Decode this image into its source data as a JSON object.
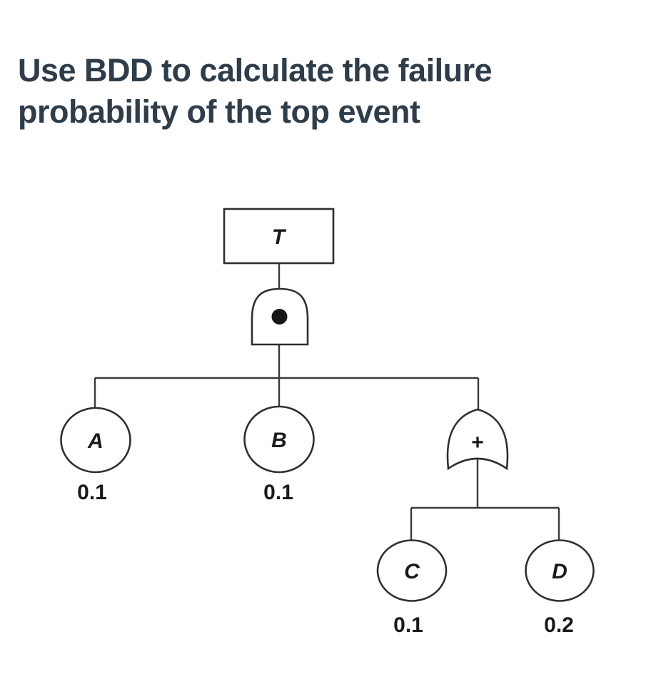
{
  "page": {
    "background": "#ffffff"
  },
  "title": {
    "line1": "Use BDD to calculate the failure",
    "line2": "probability of the top event",
    "color": "#2e3d49"
  },
  "diagram": {
    "type": "fault-tree",
    "line_color": "#3a3a3a",
    "text_color": "#1a1a1a",
    "top_event": {
      "label": "T"
    },
    "and_gate": {
      "type": "AND",
      "symbol": "●",
      "symbol_icon": "filled-dot"
    },
    "or_gate": {
      "type": "OR",
      "symbol": "+"
    },
    "events": [
      {
        "label": "A",
        "probability": "0.1",
        "parent": "and_gate"
      },
      {
        "label": "B",
        "probability": "0.1",
        "parent": "and_gate"
      },
      {
        "label": "C",
        "probability": "0.1",
        "parent": "or_gate"
      },
      {
        "label": "D",
        "probability": "0.2",
        "parent": "or_gate"
      }
    ]
  }
}
